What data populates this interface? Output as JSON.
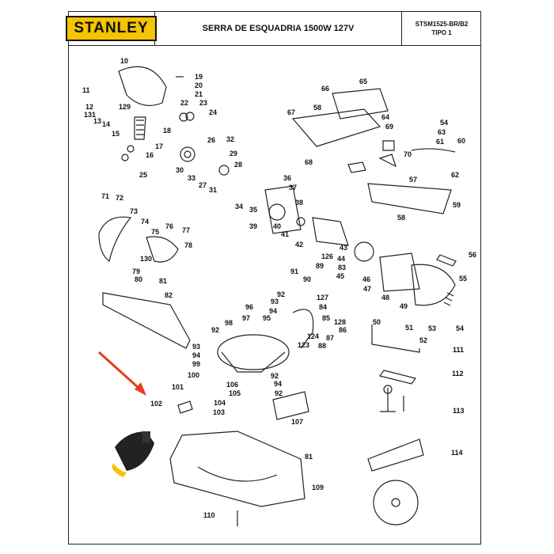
{
  "header": {
    "brand": "STANLEY",
    "title": "SERRA DE ESQUADRIA 1500W 127V",
    "model": "STSM1525-BR/B2",
    "type": "TIPO 1"
  },
  "colors": {
    "brand_yellow": "#f4c400",
    "arrow": "#e2401b",
    "ink": "#111111"
  },
  "callouts": [
    {
      "t": "10"
    },
    {
      "t": "11"
    },
    {
      "t": "19"
    },
    {
      "t": "20"
    },
    {
      "t": "21"
    },
    {
      "t": "22"
    },
    {
      "t": "23"
    },
    {
      "t": "24"
    },
    {
      "t": "12"
    },
    {
      "t": "129"
    },
    {
      "t": "131"
    },
    {
      "t": "13"
    },
    {
      "t": "14"
    },
    {
      "t": "15"
    },
    {
      "t": "18"
    },
    {
      "t": "17"
    },
    {
      "t": "16"
    },
    {
      "t": "26"
    },
    {
      "t": "32"
    },
    {
      "t": "29"
    },
    {
      "t": "30"
    },
    {
      "t": "28"
    },
    {
      "t": "33"
    },
    {
      "t": "27"
    },
    {
      "t": "31"
    },
    {
      "t": "25"
    },
    {
      "t": "66"
    },
    {
      "t": "65"
    },
    {
      "t": "58"
    },
    {
      "t": "64"
    },
    {
      "t": "67"
    },
    {
      "t": "69"
    },
    {
      "t": "54"
    },
    {
      "t": "63"
    },
    {
      "t": "61"
    },
    {
      "t": "60"
    },
    {
      "t": "70"
    },
    {
      "t": "68"
    },
    {
      "t": "57"
    },
    {
      "t": "62"
    },
    {
      "t": "36"
    },
    {
      "t": "37"
    },
    {
      "t": "59"
    },
    {
      "t": "58"
    },
    {
      "t": "71"
    },
    {
      "t": "72"
    },
    {
      "t": "34"
    },
    {
      "t": "35"
    },
    {
      "t": "38"
    },
    {
      "t": "73"
    },
    {
      "t": "74"
    },
    {
      "t": "39"
    },
    {
      "t": "40"
    },
    {
      "t": "41"
    },
    {
      "t": "76"
    },
    {
      "t": "77"
    },
    {
      "t": "75"
    },
    {
      "t": "78"
    },
    {
      "t": "42"
    },
    {
      "t": "43"
    },
    {
      "t": "126"
    },
    {
      "t": "44"
    },
    {
      "t": "130"
    },
    {
      "t": "56"
    },
    {
      "t": "79"
    },
    {
      "t": "80"
    },
    {
      "t": "81"
    },
    {
      "t": "91"
    },
    {
      "t": "89"
    },
    {
      "t": "83"
    },
    {
      "t": "45"
    },
    {
      "t": "46"
    },
    {
      "t": "47"
    },
    {
      "t": "55"
    },
    {
      "t": "82"
    },
    {
      "t": "90"
    },
    {
      "t": "92"
    },
    {
      "t": "127"
    },
    {
      "t": "84"
    },
    {
      "t": "48"
    },
    {
      "t": "49"
    },
    {
      "t": "93"
    },
    {
      "t": "96"
    },
    {
      "t": "94"
    },
    {
      "t": "97"
    },
    {
      "t": "95"
    },
    {
      "t": "85"
    },
    {
      "t": "128"
    },
    {
      "t": "86"
    },
    {
      "t": "50"
    },
    {
      "t": "51"
    },
    {
      "t": "53"
    },
    {
      "t": "54"
    },
    {
      "t": "98"
    },
    {
      "t": "92"
    },
    {
      "t": "124"
    },
    {
      "t": "87"
    },
    {
      "t": "123"
    },
    {
      "t": "88"
    },
    {
      "t": "52"
    },
    {
      "t": "111"
    },
    {
      "t": "93"
    },
    {
      "t": "94"
    },
    {
      "t": "99"
    },
    {
      "t": "112"
    },
    {
      "t": "100"
    },
    {
      "t": "92"
    },
    {
      "t": "106"
    },
    {
      "t": "94"
    },
    {
      "t": "101"
    },
    {
      "t": "105"
    },
    {
      "t": "92"
    },
    {
      "t": "104"
    },
    {
      "t": "102"
    },
    {
      "t": "103"
    },
    {
      "t": "107"
    },
    {
      "t": "113"
    },
    {
      "t": "114"
    },
    {
      "t": "81"
    },
    {
      "t": "109"
    },
    {
      "t": "110"
    }
  ]
}
